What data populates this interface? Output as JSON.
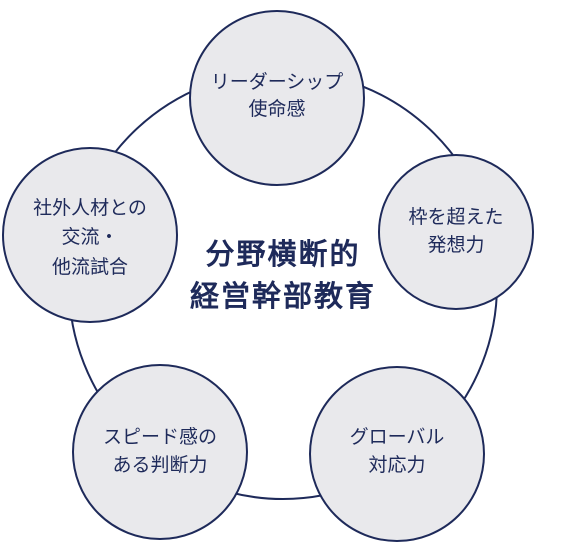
{
  "center": {
    "line1": "分野横断的",
    "line2": "経営幹部教育"
  },
  "nodes": [
    {
      "line1": "リーダーシップ",
      "line2": "使命感"
    },
    {
      "line1": "枠を超えた",
      "line2": "発想力"
    },
    {
      "line1": "グローバル",
      "line2": "対応力"
    },
    {
      "line1": "スピード感の",
      "line2": "ある判断力"
    },
    {
      "line1": "社外人材との",
      "line2": "交流・",
      "line3": "他流試合"
    }
  ],
  "colors": {
    "stroke": "#1e2a5a",
    "node_fill": "#e9e9ec",
    "text": "#1e2a5a",
    "background": "#ffffff"
  }
}
